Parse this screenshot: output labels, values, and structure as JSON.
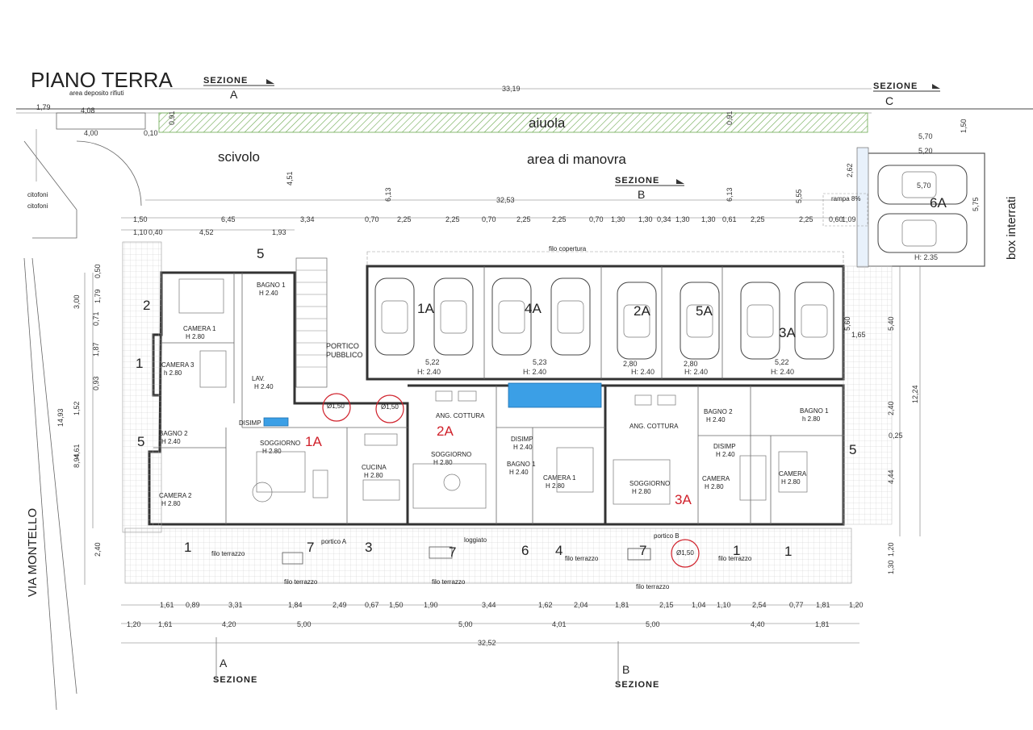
{
  "title": "PIANO TERRA",
  "sections": [
    {
      "label": "SEZIONE",
      "letter": "A"
    },
    {
      "label": "SEZIONE",
      "letter": "B"
    },
    {
      "label": "SEZIONE",
      "letter": "C"
    }
  ],
  "areas": {
    "aiuola": "aiuola",
    "scivolo": "scivolo",
    "manovra": "area di manovra",
    "box_interrati": "box interrati",
    "portico_pubblico_1": "PORTICO",
    "portico_pubblico_2": "PUBBLICO",
    "street": "VIA MONTELLO",
    "area_deposito": "area deposito rifiuti",
    "citofoni_1": "citofoni",
    "citofoni_2": "citofoni"
  },
  "units": [
    {
      "label": "1A"
    },
    {
      "label": "2A"
    },
    {
      "label": "3A"
    }
  ],
  "parking": [
    {
      "label": "1A",
      "height": "H: 2.40",
      "width": "5,22"
    },
    {
      "label": "4A",
      "height": "H: 2.40",
      "width": "5,23"
    },
    {
      "label": "2A",
      "height": "H: 2.40",
      "width": "2,80"
    },
    {
      "label": "5A",
      "height": "H: 2.40",
      "width": "2,80"
    },
    {
      "label": "3A",
      "height": "H: 2.40",
      "width": "5,22"
    },
    {
      "label": "6A",
      "height": "H: 2.35",
      "width": "5,70"
    }
  ],
  "rooms": [
    {
      "name": "CAMERA 1",
      "h": "H 2.80"
    },
    {
      "name": "CAMERA 3",
      "h": "h 2.80"
    },
    {
      "name": "BAGNO 1",
      "h": "H 2.40"
    },
    {
      "name": "LAV.",
      "h": "H 2.40"
    },
    {
      "name": "DISIMP",
      "h": ""
    },
    {
      "name": "SOGGIORNO",
      "h": "H 2.80"
    },
    {
      "name": "CUCINA",
      "h": "H 2.80"
    },
    {
      "name": "CAMERA 2",
      "h": "H 2.80"
    },
    {
      "name": "BAGNO 2",
      "h": "H 2.40"
    },
    {
      "name": "ANG. COTTURA",
      "h": ""
    },
    {
      "name": "SOGGIORNO",
      "h": "H 2.80"
    },
    {
      "name": "DISIMP",
      "h": "H 2.40"
    },
    {
      "name": "BAGNO 1",
      "h": "H 2.40"
    },
    {
      "name": "CAMERA 1",
      "h": "H 2.80"
    },
    {
      "name": "ANG. COTTURA",
      "h": ""
    },
    {
      "name": "SOGGIORNO",
      "h": "H 2.80"
    },
    {
      "name": "BAGNO 2",
      "h": "H 2.40"
    },
    {
      "name": "BAGNO 1",
      "h": "h 2.80"
    },
    {
      "name": "DISIMP",
      "h": "H 2.40"
    },
    {
      "name": "CAMERA",
      "h": "H 2.80"
    },
    {
      "name": "CAMERA",
      "h": "H 2.80"
    }
  ],
  "labels": {
    "portico_a": "portico A",
    "portico_b": "portico B",
    "loggiato": "loggiato",
    "filo_terrazzo": "filo terrazzo",
    "filo_copertura": "filo copertura",
    "rampa": "rampa 8%",
    "circle": "Ø1,50"
  },
  "dims_top": [
    "33,19",
    "32,53",
    "4,51",
    "6,13",
    "6,13",
    "5,55",
    "5,70",
    "5,20",
    "1,50",
    "5,75",
    "2,62",
    "4,08",
    "4,00",
    "1,79",
    "0,10",
    "0,91",
    "0,91"
  ],
  "dims_row1": [
    "1,50",
    "6,45",
    "3,34",
    "0,70",
    "2,25",
    "2,25",
    "0,70",
    "2,25",
    "2,25",
    "0,70",
    "1,30",
    "1,30",
    "0,34",
    "1,30",
    "1,30",
    "0,61",
    "2,25",
    "2,25",
    "0,60",
    "1,09"
  ],
  "dims_row2": [
    "1,10",
    "0,40",
    "4,52",
    "1,93"
  ],
  "dims_left": [
    "3,00",
    "0,71",
    "1,87",
    "0,93",
    "1,52",
    "4,61",
    "8,94",
    "14,93",
    "2,40",
    "0,50",
    "1,79"
  ],
  "dims_right": [
    "5,60",
    "5,40",
    "12,24",
    "2,40",
    "0,25",
    "4,44",
    "1,20",
    "1,30",
    "1,65"
  ],
  "dims_bottom1": [
    "1,61",
    "0,89",
    "3,31",
    "1,84",
    "2,49",
    "0,67",
    "1,50",
    "1,90",
    "3,44",
    "1,62",
    "2,04",
    "1,81",
    "2,15",
    "1,04",
    "1,10",
    "2,54",
    "0,77",
    "1,81",
    "1,20"
  ],
  "dims_bottom2": [
    "1,20",
    "1,61",
    "4,20",
    "5,00",
    "5,00",
    "4,01",
    "5,00",
    "4,40",
    "1,81"
  ],
  "dims_total_bottom": "32,52",
  "terrace_nums": [
    "1",
    "7",
    "3",
    "7",
    "6",
    "4",
    "7",
    "1",
    "1",
    "5",
    "5",
    "2",
    "1",
    "5"
  ]
}
